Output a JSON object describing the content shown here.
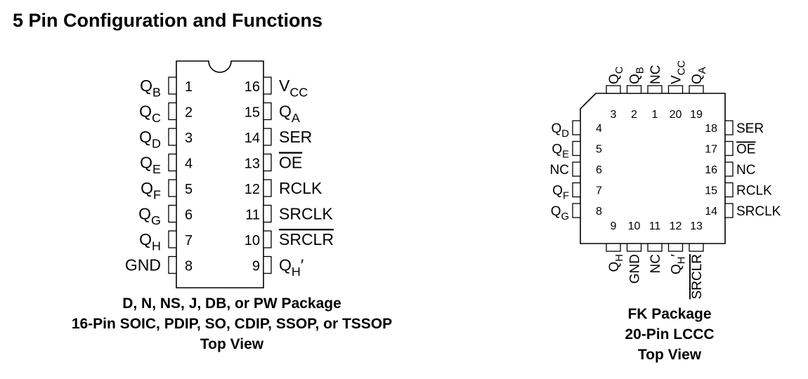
{
  "title": "5 Pin Configuration and Functions",
  "dip": {
    "left_pins": [
      {
        "num": "1",
        "name": "Q",
        "sub": "B"
      },
      {
        "num": "2",
        "name": "Q",
        "sub": "C"
      },
      {
        "num": "3",
        "name": "Q",
        "sub": "D"
      },
      {
        "num": "4",
        "name": "Q",
        "sub": "E"
      },
      {
        "num": "5",
        "name": "Q",
        "sub": "F"
      },
      {
        "num": "6",
        "name": "Q",
        "sub": "G"
      },
      {
        "num": "7",
        "name": "Q",
        "sub": "H"
      },
      {
        "num": "8",
        "name": "GND"
      }
    ],
    "right_pins": [
      {
        "num": "16",
        "name": "V",
        "sub": "CC"
      },
      {
        "num": "15",
        "name": "Q",
        "sub": "A"
      },
      {
        "num": "14",
        "name": "SER"
      },
      {
        "num": "13",
        "name": "OE",
        "overline": true
      },
      {
        "num": "12",
        "name": "RCLK"
      },
      {
        "num": "11",
        "name": "SRCLK"
      },
      {
        "num": "10",
        "name": "SRCLR",
        "overline": true
      },
      {
        "num": "9",
        "name": "Q",
        "sub": "H",
        "prime": true
      }
    ],
    "caption": [
      "D, N, NS, J, DB, or PW Package",
      "16-Pin SOIC, PDIP, SO, CDIP, SSOP, or TSSOP",
      "Top View"
    ]
  },
  "fk": {
    "top_pins": [
      {
        "num": "3",
        "name": "Q",
        "sub": "C"
      },
      {
        "num": "2",
        "name": "Q",
        "sub": "B"
      },
      {
        "num": "1",
        "name": "NC"
      },
      {
        "num": "20",
        "name": "V",
        "sub": "CC"
      },
      {
        "num": "19",
        "name": "Q",
        "sub": "A"
      }
    ],
    "left_pins": [
      {
        "num": "4",
        "name": "Q",
        "sub": "D"
      },
      {
        "num": "5",
        "name": "Q",
        "sub": "E"
      },
      {
        "num": "6",
        "name": "NC"
      },
      {
        "num": "7",
        "name": "Q",
        "sub": "F"
      },
      {
        "num": "8",
        "name": "Q",
        "sub": "G"
      }
    ],
    "right_pins": [
      {
        "num": "18",
        "name": "SER"
      },
      {
        "num": "17",
        "name": "OE",
        "overline": true
      },
      {
        "num": "16",
        "name": "NC"
      },
      {
        "num": "15",
        "name": "RCLK"
      },
      {
        "num": "14",
        "name": "SRCLK"
      }
    ],
    "bottom_pins": [
      {
        "num": "9",
        "name": "Q",
        "sub": "H"
      },
      {
        "num": "10",
        "name": "GND"
      },
      {
        "num": "11",
        "name": "NC"
      },
      {
        "num": "12",
        "name": "Q",
        "sub": "H",
        "prime": true
      },
      {
        "num": "13",
        "name": "SRCLR",
        "overline": true
      }
    ],
    "caption": [
      "FK Package",
      "20-Pin LCCC",
      "Top View"
    ]
  }
}
